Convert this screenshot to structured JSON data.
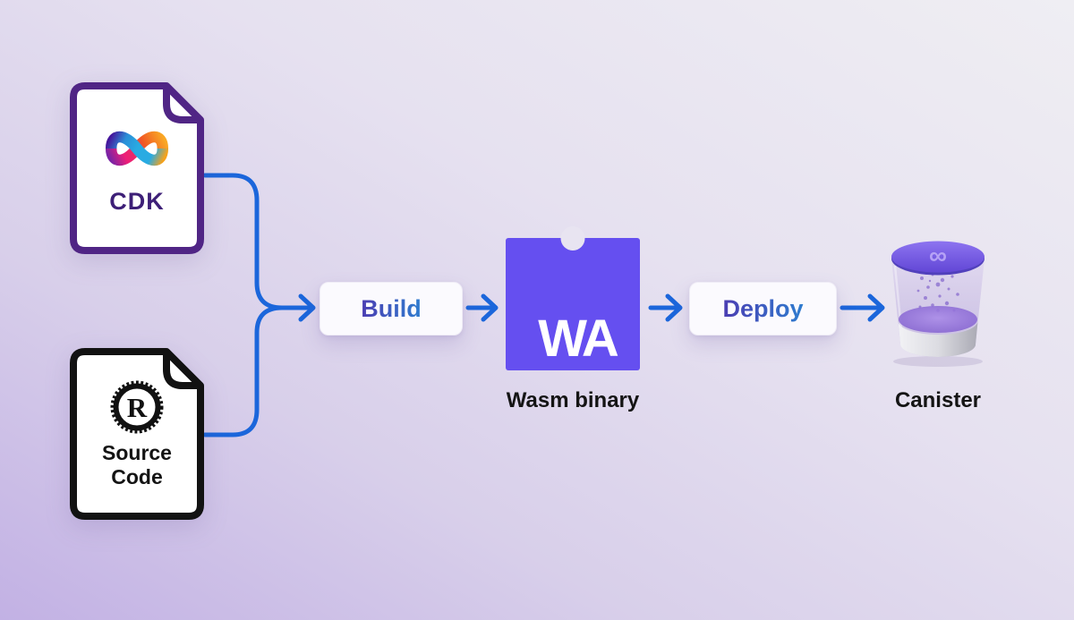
{
  "diagram": {
    "nodes": {
      "cdk_doc": {
        "label": "CDK"
      },
      "source_doc": {
        "line1": "Source",
        "line2": "Code"
      },
      "build": {
        "label": "Build"
      },
      "wasm": {
        "logo": "WA",
        "label": "Wasm binary"
      },
      "deploy": {
        "label": "Deploy"
      },
      "canister": {
        "label": "Canister"
      }
    },
    "colors": {
      "background_from": "#c2b1e4",
      "background_to": "#efeef3",
      "arrow_blue": "#1b66db",
      "cdk_border_purple": "#502585",
      "cdk_text_purple": "#3d1f77",
      "source_border_black": "#121212",
      "wasm_purple": "#654ff0",
      "button_text_gradient_from": "#4b3db2",
      "button_text_gradient_to": "#2e7ccf",
      "label_black": "#141414"
    }
  }
}
